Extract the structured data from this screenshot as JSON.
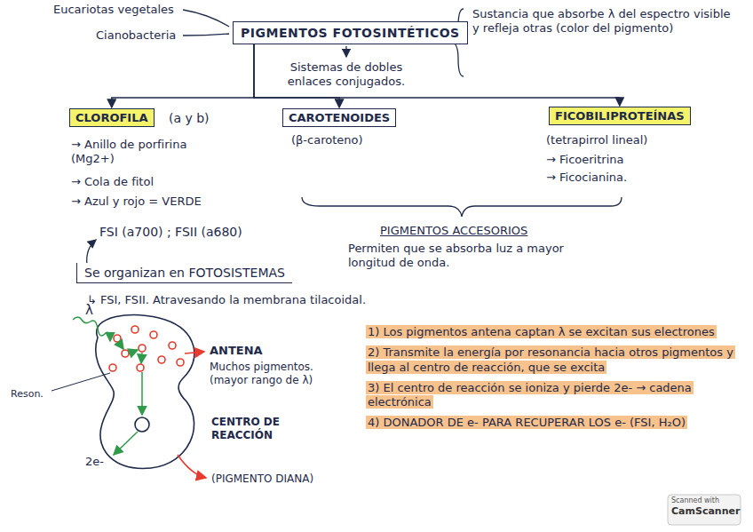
{
  "diagram": {
    "title": "PIGMENTOS FOTOSINTÉTICOS",
    "nodes": [
      {
        "text": [
          "PIGMENTOS FOTOSINTÉTICOS"
        ]
      },
      {
        "text": [
          "CLOROFILA"
        ]
      },
      {
        "text": [
          "CAROTENOIDES"
        ]
      },
      {
        "text": [
          "FICOBILIPROTEÍNAS"
        ]
      },
      {
        "text": [
          "Se organizan en FOTOSISTEMAS"
        ]
      }
    ],
    "edges": [
      {
        "from": 0,
        "to": 1,
        "arrow": "to"
      },
      {
        "from": 0,
        "to": 2,
        "arrow": "to"
      },
      {
        "from": 0,
        "to": 3,
        "arrow": "to"
      }
    ],
    "labels": [
      "Eucariotas vegetales",
      "Cianobacteria",
      "Sustancia que absorbe λ del espectro visible y refleja otras (color del pigmento)",
      "Sistemas de dobles enlaces conjugados.",
      "(a y b)",
      "→ Anillo de porfirina (Mg2+)",
      "→ Cola de fitol",
      "→ Azul y rojo = VERDE",
      "(β-caroteno)",
      "(tetrapirrol lineal)",
      "→ Ficoeritrina",
      "→ Ficocianina.",
      "PIGMENTOS ACCESORIOS",
      "Permiten que se absorba luz a mayor longitud de onda.",
      "FSI (a700) ; FSII (a680)",
      "↳ FSI, FSII. Atravesando la membrana tilacoidal.",
      "λ",
      "Reson.",
      "ANTENA",
      "Muchos pigmentos. (mayor rango de λ)",
      "CENTRO DE REACCIÓN",
      "(PIGMENTO DIANA)",
      "2e-",
      "1) Los pigmentos antena captan λ se excitan sus electrones",
      "2) Transmite la energía por resonancia hacia otros pigmentos y llega al centro de reacción, que se excita",
      "3) El centro de reacción se ioniza y pierde 2e- → cadena electrónica",
      "4) DONADOR DE e- PARA RECUPERAR LOS e- (FSI, H₂O)",
      "Scanned with",
      "CamScanner"
    ]
  }
}
